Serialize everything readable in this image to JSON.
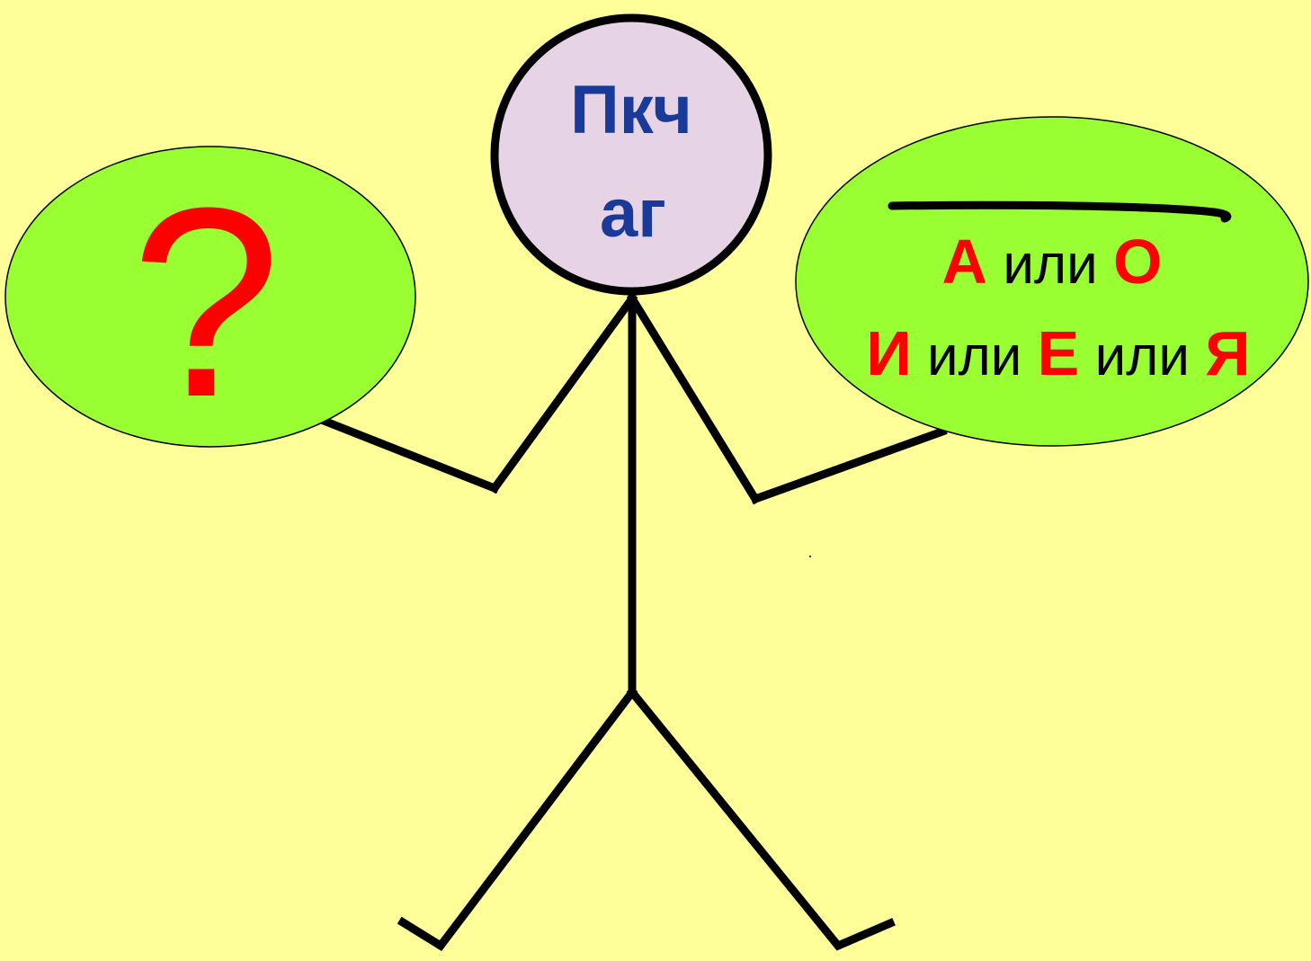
{
  "slide": {
    "head": {
      "line1": "Пкч",
      "line2": "аг"
    },
    "left_bubble": {
      "symbol": "?"
    },
    "right_bubble": {
      "line1": {
        "a": "А",
        "sep1": " или ",
        "b": "О"
      },
      "line2": {
        "a": "И",
        "sep1": " или ",
        "b": "Е",
        "sep2": " или ",
        "c": "Я"
      }
    }
  },
  "colors": {
    "background": "#ffff99",
    "bubble_fill": "#99ff33",
    "head_fill": "#e6d4e6",
    "head_text": "#1a3a99",
    "accent_red": "#ff0000",
    "line": "#000000"
  }
}
